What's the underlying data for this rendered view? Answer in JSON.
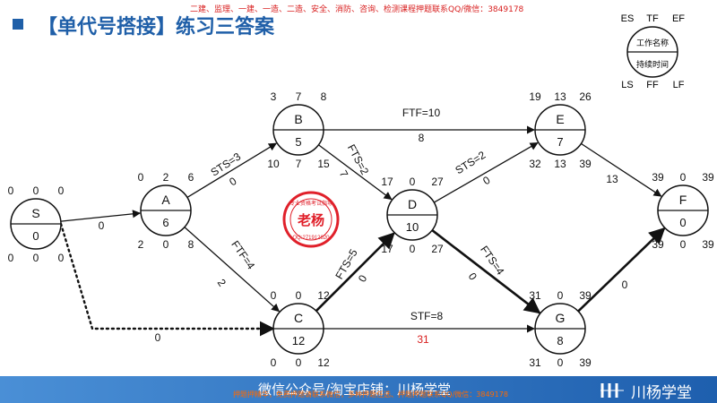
{
  "title": "【单代号搭接】练习三答案",
  "top_note": "二建、监理、一建、一造、二造、安全、消防、咨询、检测课程押题联系QQ/微信：3849178",
  "legend": {
    "es": "ES",
    "tf": "TF",
    "ef": "EF",
    "ls": "LS",
    "ff": "FF",
    "lf": "LF",
    "name": "工作名称",
    "duration": "持续时间"
  },
  "nodes": [
    {
      "id": "S",
      "dur": "0",
      "es": "0",
      "tf": "0",
      "ef": "0",
      "ls": "0",
      "ff": "0",
      "lf": "0"
    },
    {
      "id": "A",
      "dur": "6",
      "es": "0",
      "tf": "2",
      "ef": "6",
      "ls": "2",
      "ff": "0",
      "lf": "8"
    },
    {
      "id": "B",
      "dur": "5",
      "es": "3",
      "tf": "7",
      "ef": "8",
      "ls": "10",
      "ff": "7",
      "lf": "15"
    },
    {
      "id": "C",
      "dur": "12",
      "es": "0",
      "tf": "0",
      "ef": "12",
      "ls": "0",
      "ff": "0",
      "lf": "12"
    },
    {
      "id": "D",
      "dur": "10",
      "es": "17",
      "tf": "0",
      "ef": "27",
      "ls": "17",
      "ff": "0",
      "lf": "27"
    },
    {
      "id": "E",
      "dur": "7",
      "es": "19",
      "tf": "13",
      "ef": "26",
      "ls": "32",
      "ff": "13",
      "lf": "39"
    },
    {
      "id": "G",
      "dur": "8",
      "es": "31",
      "tf": "0",
      "ef": "39",
      "ls": "31",
      "ff": "0",
      "lf": "39"
    },
    {
      "id": "F",
      "dur": "0",
      "es": "39",
      "tf": "0",
      "ef": "39",
      "ls": "39",
      "ff": "0",
      "lf": "39"
    }
  ],
  "edges": [
    {
      "from": "S",
      "to": "A",
      "label": "",
      "lag": "0",
      "style": "solid"
    },
    {
      "from": "S",
      "to": "C",
      "label": "",
      "lag": "0",
      "style": "dotted"
    },
    {
      "from": "A",
      "to": "B",
      "label": "STS=3",
      "lag": "0",
      "style": "solid"
    },
    {
      "from": "A",
      "to": "C",
      "label": "FTF=4",
      "lag": "2",
      "style": "solid"
    },
    {
      "from": "B",
      "to": "E",
      "label": "FTF=10",
      "lag": "8",
      "style": "solid"
    },
    {
      "from": "B",
      "to": "D",
      "label": "FTS=2",
      "lag": "7",
      "style": "solid"
    },
    {
      "from": "C",
      "to": "D",
      "label": "FTS=5",
      "lag": "0",
      "style": "bold"
    },
    {
      "from": "C",
      "to": "G",
      "label": "STF=8",
      "lag": "31",
      "style": "solid"
    },
    {
      "from": "D",
      "to": "E",
      "label": "STS=2",
      "lag": "0",
      "style": "solid"
    },
    {
      "from": "D",
      "to": "G",
      "label": "FTS=4",
      "lag": "0",
      "style": "bold"
    },
    {
      "from": "E",
      "to": "F",
      "label": "",
      "lag": "13",
      "style": "solid"
    },
    {
      "from": "G",
      "to": "F",
      "label": "",
      "lag": "0",
      "style": "bold"
    }
  ],
  "stamp": {
    "center": "老杨",
    "ring": "专业资格考试指导",
    "bottom": "QQ:271912620"
  },
  "footer": {
    "text": "微信公众号/淘宝店铺：川杨学堂",
    "note": "押题押精华，免费押题请联系微信，多种押题任选、押题押题联系QQ/微信：3849178",
    "brand": "川杨学堂"
  },
  "colors": {
    "title": "#1f5fa8",
    "lag_red": "#d81e1e",
    "footer": "#2a6fc2"
  }
}
